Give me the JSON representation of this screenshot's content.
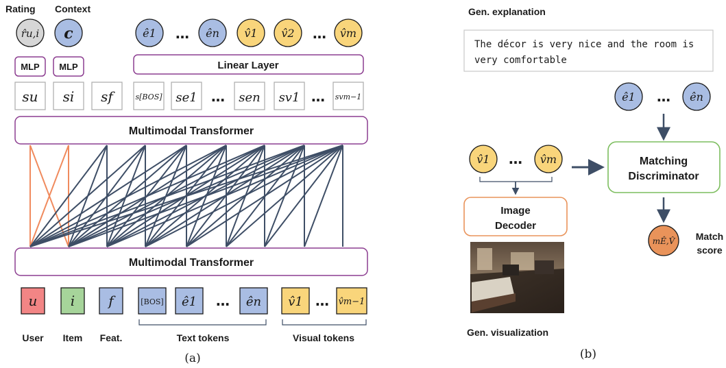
{
  "colors": {
    "blue": "#a9bde3",
    "yellow": "#f9d57b",
    "gray": "#d6d6d6",
    "red": "#f28585",
    "green": "#a6d49a",
    "purple": "#8c3d90",
    "orange": "#e9935a",
    "green_border": "#7cbd5e",
    "line": "#3e4e66",
    "orange_line": "#f08a5d"
  },
  "panel_a": {
    "caption": "(a)",
    "rating_label": "Rating",
    "context_label": "Context",
    "rating_symbol": "r̂u,i",
    "context_symbol": "c",
    "mlp_label": "MLP",
    "linear_layer_label": "Linear Layer",
    "multimodal_transformer_label": "Multimodal Transformer",
    "ellipsis": "…",
    "output_tokens": [
      "ê1",
      "ên",
      "v̂1",
      "v̂2",
      "v̂m"
    ],
    "state_tokens": [
      "su",
      "si",
      "sf",
      "s[BOS]",
      "se1",
      "sen",
      "sv1",
      "svm−1"
    ],
    "input_tokens": [
      "u",
      "i",
      "f",
      "[BOS]",
      "ê1",
      "ên",
      "v̂1",
      "v̂m−1"
    ],
    "bottom_labels": {
      "user": "User",
      "item": "Item",
      "feat": "Feat.",
      "text_tokens": "Text tokens",
      "visual_tokens": "Visual tokens"
    }
  },
  "panel_b": {
    "caption": "(b)",
    "gen_explanation_label": "Gen. explanation",
    "explanation_text_line1": "The décor is very nice and the room is",
    "explanation_text_line2": "very comfortable",
    "text_tokens": [
      "ê1",
      "ên"
    ],
    "visual_tokens": [
      "v̂1",
      "v̂m"
    ],
    "ellipsis": "…",
    "discriminator_line1": "Matching",
    "discriminator_line2": "Discriminator",
    "decoder_line1": "Image",
    "decoder_line2": "Decoder",
    "match_score_symbol": "mÊ,V̂",
    "match_score_line1": "Match",
    "match_score_line2": "score",
    "gen_visualization_label": "Gen. visualization"
  }
}
